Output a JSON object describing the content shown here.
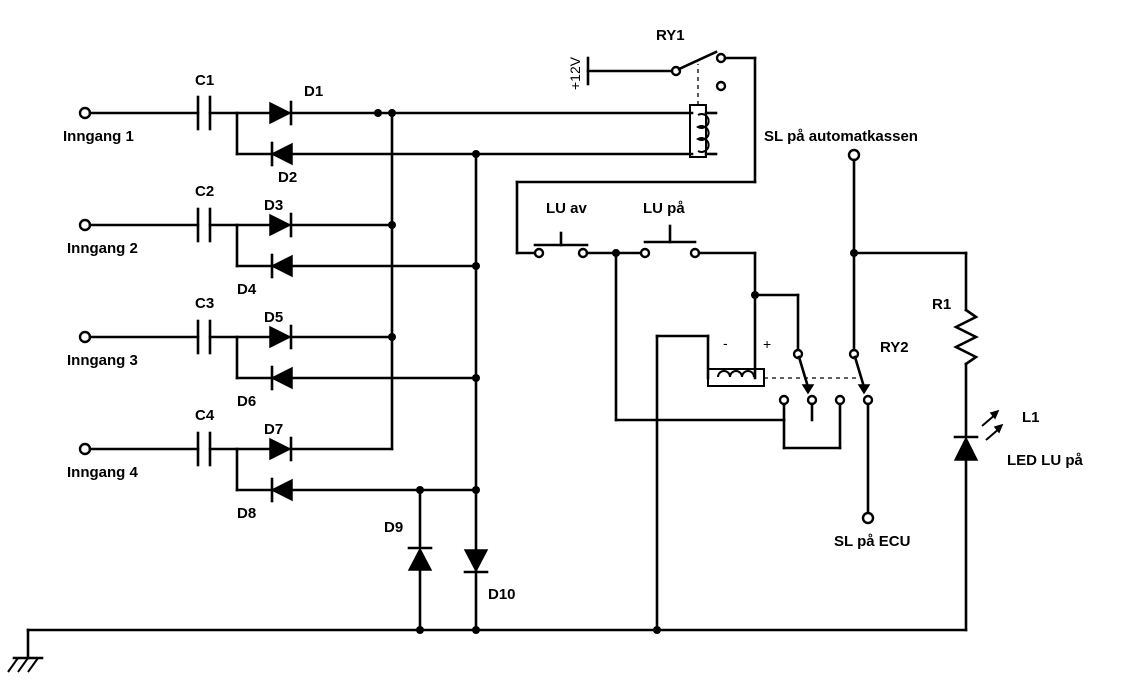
{
  "labels": {
    "ry1": "RY1",
    "ry2": "RY2",
    "v12": "+12V",
    "c1": "C1",
    "c2": "C2",
    "c3": "C3",
    "c4": "C4",
    "d1": "D1",
    "d2": "D2",
    "d3": "D3",
    "d4": "D4",
    "d5": "D5",
    "d6": "D6",
    "d7": "D7",
    "d8": "D8",
    "d9": "D9",
    "d10": "D10",
    "in1": "Inngang 1",
    "in2": "Inngang 2",
    "in3": "Inngang 3",
    "in4": "Inngang 4",
    "lu_av": "LU av",
    "lu_pa": "LU på",
    "sl_auto": "SL på automatkassen",
    "sl_ecu": "SL på ECU",
    "r1": "R1",
    "l1": "L1",
    "led": "LED LU på",
    "minus": "-",
    "plus": "+"
  }
}
